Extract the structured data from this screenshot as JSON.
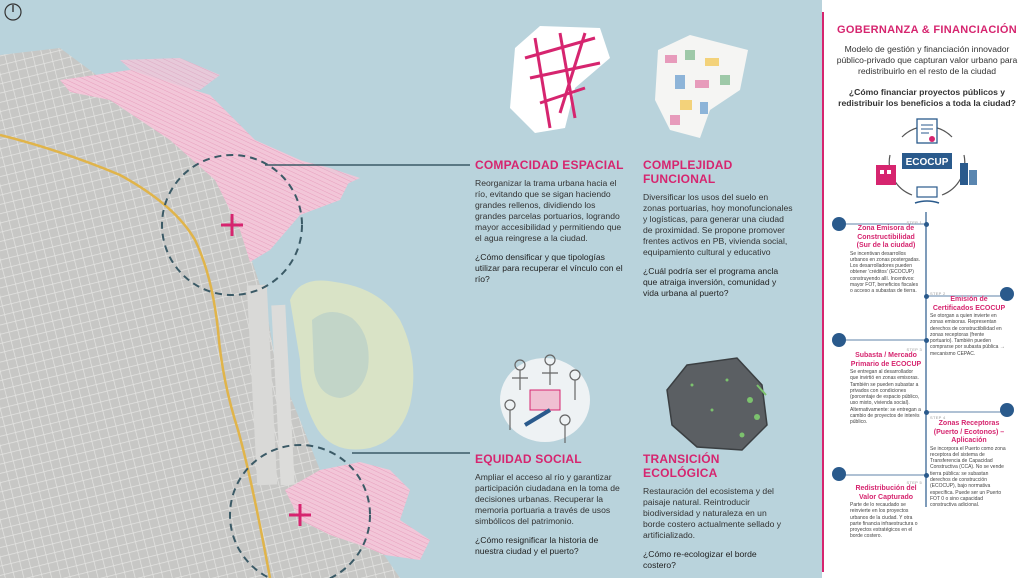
{
  "compass": {
    "icon": "north-arrow-icon"
  },
  "blocks": {
    "compacidad": {
      "title": "COMPACIDAD ESPACIAL",
      "body": "Reorganizar la trama urbana hacia el río, evitando que se sigan haciendo grandes rellenos, dividiendo los grandes parcelas portuarios, logrando mayor accesibilidad y permitiendo que el agua reingrese a la ciudad.",
      "question": "¿Cómo densificar y que tipologías utilizar para recuperar el vínculo con el río?"
    },
    "complejidad": {
      "title": "COMPLEJIDAD FUNCIONAL",
      "body": "Diversificar los usos del suelo en zonas portuarias, hoy monofuncionales y logísticas, para generar una ciudad de proximidad. Se propone promover frentes activos en PB, vivienda social, equipamiento cultural y educativo",
      "question": "¿Cuál podría ser el programa ancla que atraiga inversión, comunidad y vida urbana al puerto?"
    },
    "equidad": {
      "title": "EQUIDAD SOCIAL",
      "body": "Ampliar el acceso al río y garantizar participación ciudadana en la toma de decisiones urbanas. Recuperar la memoria portuaria a través de usos simbólicos del patrimonio.",
      "question": "¿Cómo resignificar la historia de nuestra ciudad y el puerto?"
    },
    "transicion": {
      "title": "TRANSICIÓN ECOLÓGICA",
      "body": "Restauración del ecosistema y del paisaje natural. Reintroducir biodiversidad y naturaleza en un borde costero actualmente sellado y artificializado.",
      "question": "¿Cómo re-ecologizar el borde costero?"
    }
  },
  "panel": {
    "title": "GOBERNANZA & FINANCIACIÓN",
    "description": "Modelo de gestión y financiación innovador público-privado que capturan valor urbano para redistribuirlo en el resto de la ciudad",
    "question": "¿Cómo financiar proyectos públicos y redistribuir los beneficios a toda la ciudad?",
    "cycle_label": "ECOCUP",
    "colors": {
      "accent": "#d6256f",
      "navy": "#2a5a8c"
    },
    "steps": [
      {
        "label": "STEP 1",
        "title": "Zona Emisora de Constructibilidad (Sur de la ciudad)",
        "desc": "Se incentivan desarrollos urbanos en zonas postergadas. Los desarrolladores pueden obtener 'créditos' (ECOCUP) construyendo allí. Incentivos: mayor FOT, beneficios fiscales o acceso a subastas de tierra."
      },
      {
        "label": "STEP 2",
        "title": "Emisión de Certificados ECOCUP",
        "desc": "Se otorgan a quien invierte en zonas emisoras. Representan derechos de constructibilidad en zonas receptoras (frente portuario). También pueden comprarse por subasta pública → mecanismo CEPAC."
      },
      {
        "label": "STEP 3",
        "title": "Subasta / Mercado Primario de ECOCUP",
        "desc": "Se entregan al desarrollador que invirtió en zonas emisoras. También se pueden subastar a privados con condiciones (porcentaje de espacio público, uso mixto, vivienda social). Alternativamente: se entregan a cambio de proyectos de interés público."
      },
      {
        "label": "STEP 4",
        "title": "Zonas Receptoras (Puerto / Ecotonos) – Aplicación",
        "desc": "Se incorpora el Puerto como zona receptora del sistema de Transferencia de Capacidad Constructiva (CCA). No se vende tierra pública: se subastan derechos de construcción (ECOCUP), bajo normativa específica. Puede ser un Puerto FOT 0 o sino capacidad constructiva adicional."
      },
      {
        "label": "STEP 5",
        "title": "Redistribución del Valor Capturado",
        "desc": "Parte de lo recaudado se reinvierte en los proyectos urbanos de la ciudad. Y otra parte financia infraestructura o proyectos estratégicos en el borde costero."
      }
    ]
  }
}
